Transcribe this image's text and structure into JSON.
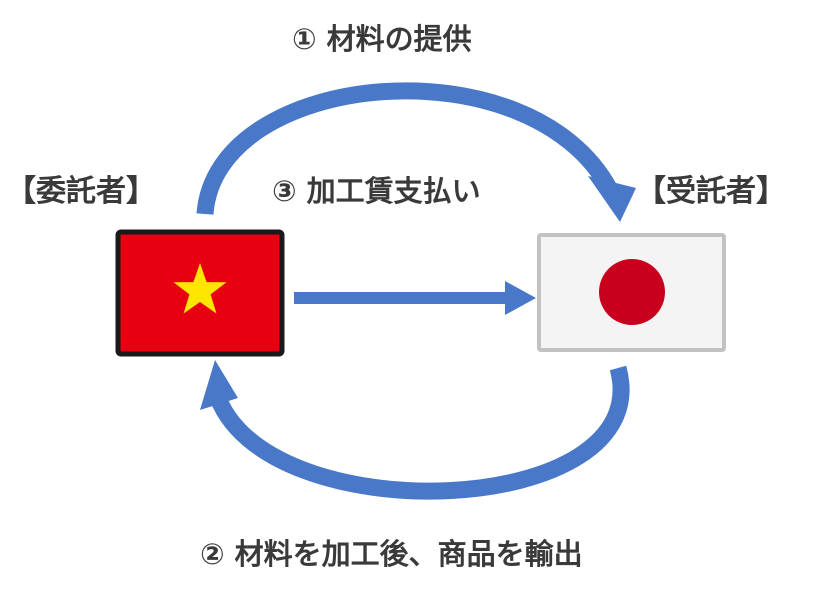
{
  "steps": {
    "step1": "① 材料の提供",
    "step2": "② 材料を加工後、商品を輸出",
    "step3": "③ 加工賃支払い"
  },
  "parties": {
    "consignor": "【委託者】",
    "contractor": "【受託者】"
  },
  "flags": {
    "left": {
      "name": "vietnam-flag",
      "field_color": "#e60012",
      "star_color": "#ffe600"
    },
    "right": {
      "name": "japan-flag",
      "field_color": "#f4f4f4",
      "disc_color": "#c8001e"
    }
  },
  "colors": {
    "arrow": "#4a78c9",
    "text": "#3a3a3a"
  }
}
